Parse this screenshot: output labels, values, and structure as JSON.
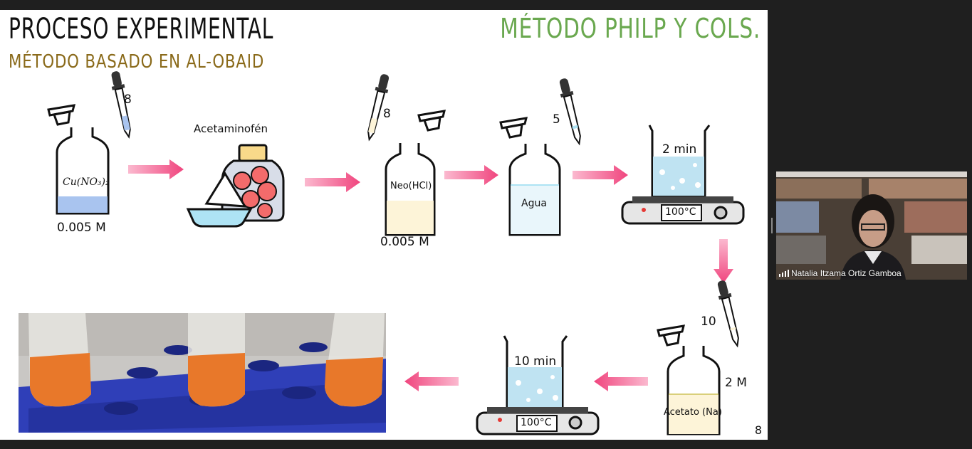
{
  "slide": {
    "title": "PROCESO EXPERIMENTAL",
    "subtitle": "MÉTODO BASADO EN AL-OBAID",
    "method": "MÉTODO PHILP Y COLS.",
    "page_number": "8",
    "steps": {
      "step1": {
        "reagent": "Cu(NO₃)₂",
        "concentration": "0.005 M",
        "drops": "8"
      },
      "step2": {
        "label": "Acetaminofén"
      },
      "step3": {
        "reagent": "Neo(HCl)",
        "concentration": "0.005 M",
        "drops": "8"
      },
      "step4": {
        "reagent": "Agua",
        "drops": "5"
      },
      "step5": {
        "time": "2 min",
        "temperature": "100°C"
      },
      "step6": {
        "reagent": "Acetato (Na)",
        "concentration": "2 M",
        "drops": "10"
      },
      "step7": {
        "time": "10 min",
        "temperature": "100°C"
      }
    }
  },
  "video": {
    "participant_name": "Natalia Itzama Ortiz Gamboa"
  },
  "colors": {
    "arrow": "#f06292",
    "method_green": "#6aa84f",
    "subtitle_gold": "#8a6a1a",
    "water_blue": "#bfe3f2",
    "nitrate_blue": "#a9c4ef",
    "cream": "#fdf4d8"
  }
}
